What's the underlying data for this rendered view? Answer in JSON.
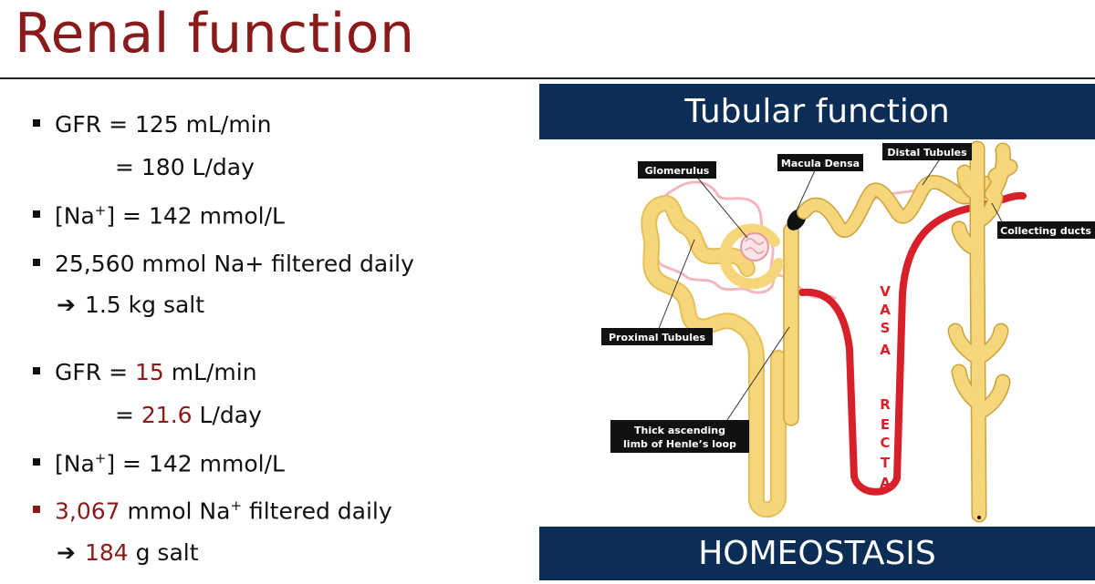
{
  "title": "Renal function",
  "bullets": {
    "gfr1": "GFR = 125 mL/min",
    "gfr1_day": "= 180 L/day",
    "na1_pre": "[Na",
    "na1_sup": "+",
    "na1_post": "] = 142 mmol/L",
    "filtered1": "25,560 mmol Na+ filtered daily",
    "salt1": "1.5 kg salt",
    "gfr2_pre": "GFR = ",
    "gfr2_val": "15",
    "gfr2_post": " mL/min",
    "gfr2_day_pre": "= ",
    "gfr2_day_val": "21.6",
    "gfr2_day_post": " L/day",
    "na2_pre": "[Na",
    "na2_sup": "+",
    "na2_post": "] = 142 mmol/L",
    "filtered2_val": "3,067",
    "filtered2_mid": " mmol Na",
    "filtered2_sup": "+",
    "filtered2_post": " filtered daily",
    "salt2_val": "184",
    "salt2_post": " g salt",
    "arrow": "➔"
  },
  "panel": {
    "header": "Tubular function",
    "footer": "HOMEOSTASIS"
  },
  "diagram": {
    "labels": {
      "glomerulus": "Glomerulus",
      "macula_densa": "Macula Densa",
      "distal_tubules": "Distal Tubules",
      "collecting_ducts": "Collecting ducts",
      "proximal_tubules": "Proximal Tubules",
      "henle_line1": "Thick ascending",
      "henle_line2": "limb of Henle’s loop"
    },
    "vasa": [
      "V",
      "A",
      "S",
      "A"
    ],
    "recta": [
      "R",
      "E",
      "C",
      "T",
      "A"
    ]
  },
  "colors": {
    "title": "#8b1a1a",
    "accent_red": "#8b1a1a",
    "panel_bg": "#0c2d55",
    "tubule": "#f7d57a",
    "vessel": "#d8202a",
    "capillary": "#f2b8bd"
  }
}
